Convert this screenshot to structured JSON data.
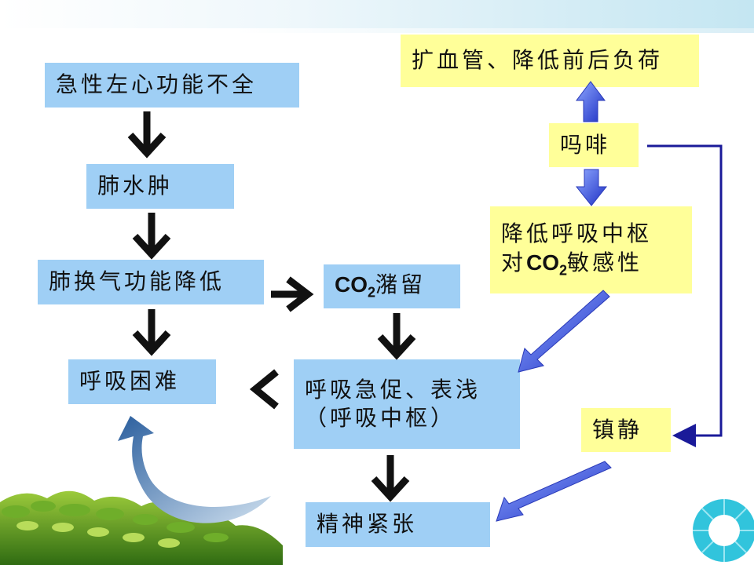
{
  "boxes": {
    "acute_lhf": "急性左心功能不全",
    "pulmonary_edema": "肺水肿",
    "gas_exchange": "肺换气功能降低",
    "co2_label": "CO",
    "co2_sub": "2",
    "co2_retention_suffix": "潴留",
    "dyspnea": "呼吸困难",
    "rapid_breathing_line1": "呼吸急促、表浅",
    "rapid_breathing_line2": "（呼吸中枢）",
    "mental_tension": "精神紧张",
    "vasodilation": "扩血管、降低前后负荷",
    "morphine": "吗啡",
    "reduce_line1": "降低呼吸中枢",
    "reduce_prefix": "对",
    "reduce_co2": "CO",
    "reduce_co2_sub": "2",
    "reduce_suffix": "敏感性",
    "sedation": "镇静"
  },
  "colors": {
    "blue_box": "#9fcff5",
    "yellow_box": "#ffff99",
    "arrow_black": "#111111",
    "arrow_blue": "#2b3fd6",
    "connector_navy": "#1a1a99",
    "curved_arrow": "#1f4a80"
  },
  "icons": [
    "down-arrow-icon",
    "right-arrow-icon",
    "left-arrow-icon",
    "curved-arrow-icon",
    "ring-logo-icon"
  ]
}
